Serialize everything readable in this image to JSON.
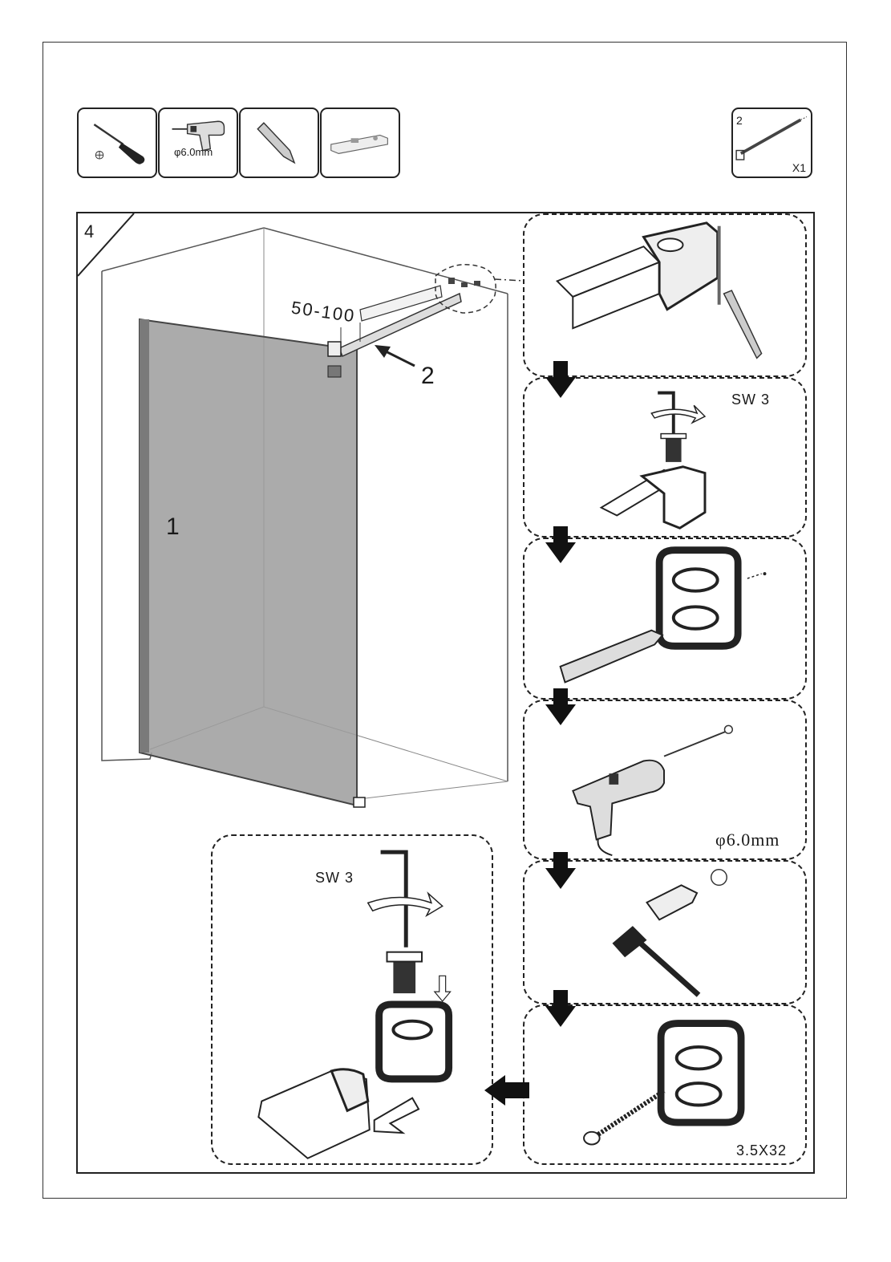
{
  "tools": {
    "drill_size": "φ6.0mm"
  },
  "part": {
    "number": "2",
    "quantity": "X1"
  },
  "step": {
    "number": "4",
    "distance": "50-100",
    "label_part_1": "1",
    "label_part_2": "2"
  },
  "panels": {
    "wrench_size_a": "SW 3",
    "drill_size": "φ6.0mm",
    "screw_size": "3.5X32",
    "wrench_size_b": "SW 3"
  }
}
